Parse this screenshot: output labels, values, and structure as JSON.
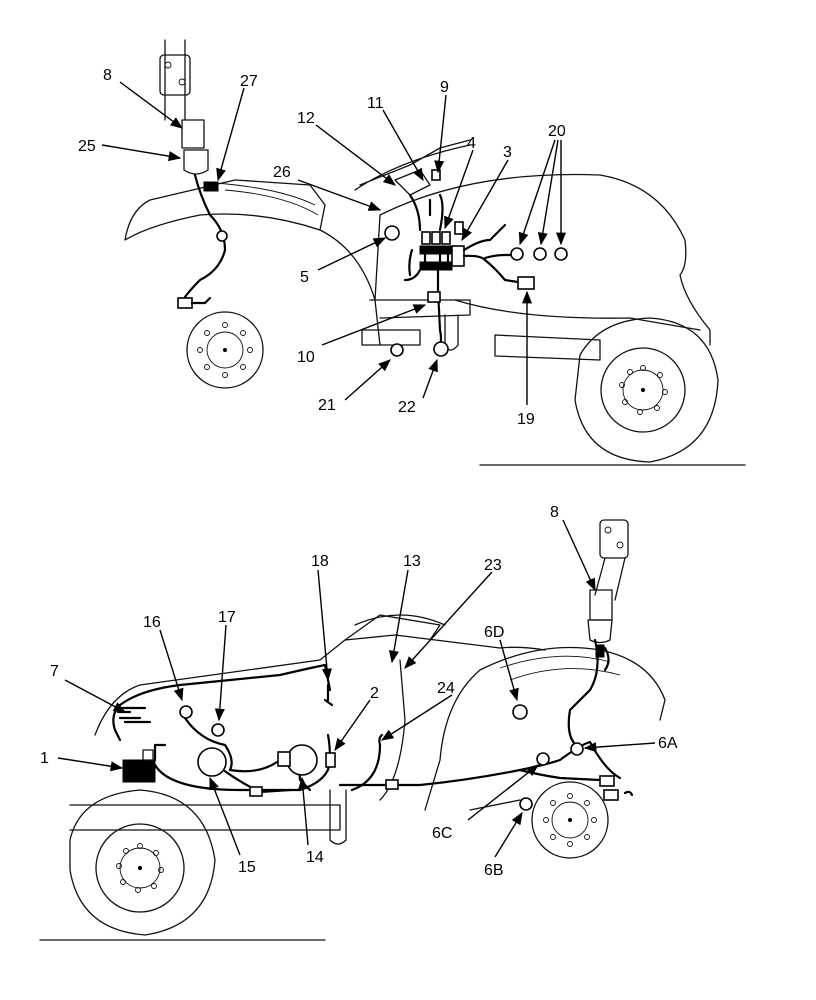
{
  "diagram": {
    "top_view": {
      "callouts": [
        "8",
        "27",
        "25",
        "11",
        "9",
        "12",
        "4",
        "3",
        "20",
        "26",
        "5",
        "10",
        "21",
        "22",
        "19"
      ]
    },
    "bottom_view": {
      "callouts": [
        "8",
        "18",
        "13",
        "23",
        "16",
        "17",
        "6D",
        "7",
        "2",
        "24",
        "6A",
        "1",
        "15",
        "14",
        "6C",
        "6B"
      ]
    }
  }
}
